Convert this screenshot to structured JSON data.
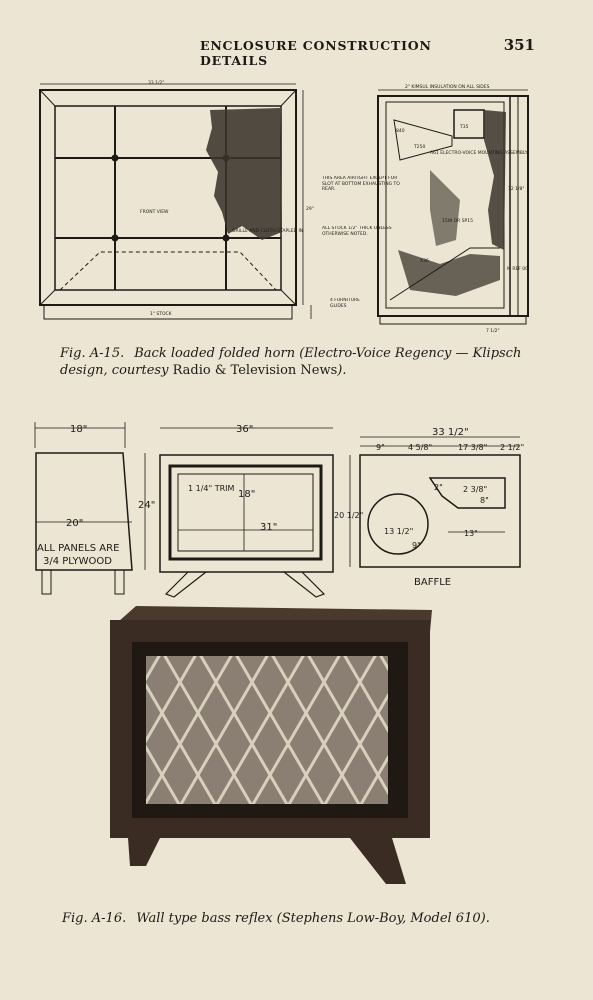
{
  "running_head": {
    "title": "ENCLOSURE CONSTRUCTION DETAILS",
    "page_number": "351"
  },
  "fig_a15": {
    "caption_label": "Fig. A-15.",
    "caption_text_1": "Back loaded folded horn (Electro-Voice Regency — Klipsch design, courtesy ",
    "caption_roman": "Radio & Television News",
    "caption_text_2": ").",
    "front_view": {
      "top_dim": "33 1/2\"",
      "side_dim": "29\"",
      "center_label": "FRONT VIEW",
      "grille_label": "GRILLE AND CLOTH STAPLED IN",
      "bottom_label": "1\" STOCK"
    },
    "side_view": {
      "top_note": "2\" KIMSUL INSULATION ON ALL SIDES",
      "labels": [
        "840",
        "T35",
        "T250",
        "A61 ELECTRO-VOICE MOUNTING ASSEMBLY",
        "THIS AREA AIRTIGHT EXCEPT FOR SLOT AT BOTTOM EXHAUSTING TO REAR.",
        "15W OR SP15",
        "ALL STOCK 1/2\" THICK UNLESS OTHERWISE NOTED.",
        "X36",
        "4 FURNITURE GLIDES",
        "M REF 00",
        "12 1/8\"",
        "7 1/2\""
      ]
    }
  },
  "fig_a16": {
    "caption_label": "Fig. A-16.",
    "caption_text": "Wall type bass reflex (Stephens Low-Boy, Model 610).",
    "side": {
      "top": "18\"",
      "bottom": "20\"",
      "height": "24\"",
      "note_1": "ALL PANELS ARE",
      "note_2": "3/4 PLYWOOD"
    },
    "front": {
      "width": "36\"",
      "trim": "1 1/4\" TRIM",
      "inner_h": "18\"",
      "inner_w": "31\""
    },
    "baffle": {
      "width": "33 1/2\"",
      "d1": "9\"",
      "d2": "4 5/8\"",
      "d3": "17 3/8\"",
      "d4": "2 1/2\"",
      "height": "20 1/2\"",
      "slot_h": "2\"",
      "d5": "2 3/8\"",
      "d6": "8\"",
      "circle": "13 1/2\"",
      "c9": "9\"",
      "slot_w": "13\"",
      "label": "BAFFLE"
    }
  },
  "colors": {
    "paper": "#ece5d3",
    "ink": "#1d1a16",
    "wood_dark": "#3a2c22",
    "grille": "#8a7f72"
  }
}
